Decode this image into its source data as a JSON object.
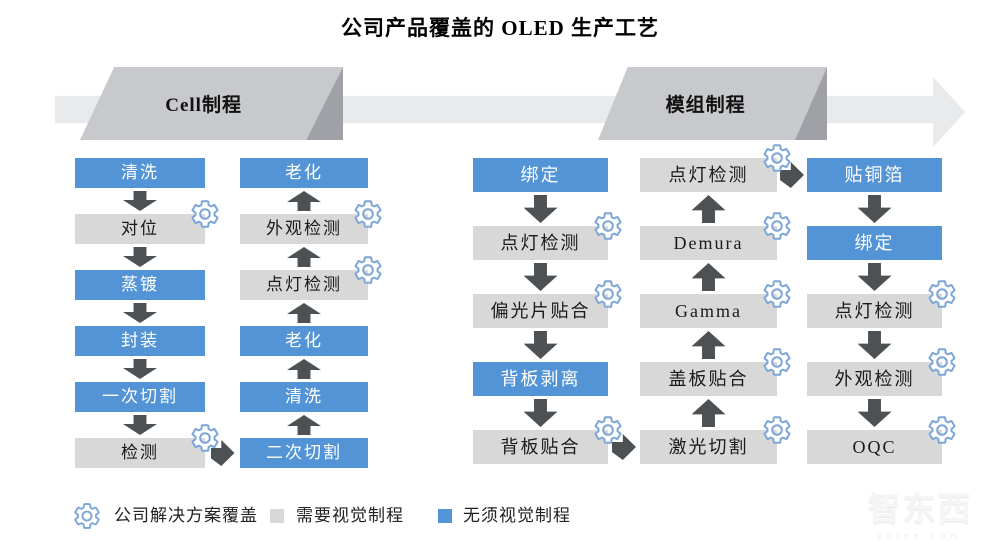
{
  "title": "公司产品覆盖的 OLED 生产工艺",
  "stages": [
    {
      "label": "Cell制程"
    },
    {
      "label": "模组制程"
    }
  ],
  "colors": {
    "blue_box": "#5394D6",
    "gray_box": "#D8D8D8",
    "arrow_dark": "#4D5154",
    "band": "#E9EAEC",
    "stage_fill": "#C8C9CC",
    "stage_fold": "#9FA1A6",
    "gear_stroke": "#7CA6D8"
  },
  "flow": {
    "columns": [
      {
        "stage": "cell",
        "direction": "down",
        "boxes": [
          {
            "label": "清洗",
            "type": "blue",
            "gear": false
          },
          {
            "label": "对位",
            "type": "gray",
            "gear": true
          },
          {
            "label": "蒸镀",
            "type": "blue",
            "gear": false
          },
          {
            "label": "封装",
            "type": "blue",
            "gear": false
          },
          {
            "label": "一次切割",
            "type": "blue",
            "gear": false
          },
          {
            "label": "检测",
            "type": "gray",
            "gear": true
          }
        ]
      },
      {
        "stage": "cell",
        "direction": "up",
        "boxes": [
          {
            "label": "老化",
            "type": "blue",
            "gear": false
          },
          {
            "label": "外观检测",
            "type": "gray",
            "gear": true
          },
          {
            "label": "点灯检测",
            "type": "gray",
            "gear": true
          },
          {
            "label": "老化",
            "type": "blue",
            "gear": false
          },
          {
            "label": "清洗",
            "type": "blue",
            "gear": false
          },
          {
            "label": "二次切割",
            "type": "blue",
            "gear": false
          }
        ]
      },
      {
        "stage": "module",
        "direction": "down",
        "boxes": [
          {
            "label": "绑定",
            "type": "blue",
            "gear": false
          },
          {
            "label": "点灯检测",
            "type": "gray",
            "gear": true
          },
          {
            "label": "偏光片贴合",
            "type": "gray",
            "gear": true
          },
          {
            "label": "背板剥离",
            "type": "blue",
            "gear": false
          },
          {
            "label": "背板贴合",
            "type": "gray",
            "gear": true
          }
        ]
      },
      {
        "stage": "module",
        "direction": "up",
        "boxes": [
          {
            "label": "点灯检测",
            "type": "gray",
            "gear": true
          },
          {
            "label": "Demura",
            "type": "gray",
            "gear": true
          },
          {
            "label": "Gamma",
            "type": "gray",
            "gear": true
          },
          {
            "label": "盖板贴合",
            "type": "gray",
            "gear": true
          },
          {
            "label": "激光切割",
            "type": "gray",
            "gear": true
          }
        ]
      },
      {
        "stage": "module",
        "direction": "down",
        "boxes": [
          {
            "label": "贴铜箔",
            "type": "blue",
            "gear": false
          },
          {
            "label": "绑定",
            "type": "blue",
            "gear": false
          },
          {
            "label": "点灯检测",
            "type": "gray",
            "gear": true
          },
          {
            "label": "外观检测",
            "type": "gray",
            "gear": true
          },
          {
            "label": "OQC",
            "type": "gray",
            "gear": true
          }
        ]
      }
    ],
    "cross_arrows": [
      {
        "from_col": 0,
        "from_row": 5,
        "from": "检测",
        "to": "二次切割"
      },
      {
        "from_col": 2,
        "from_row": 4,
        "from": "背板贴合",
        "to": "激光切割"
      },
      {
        "from_col": 3,
        "from_row": 0,
        "from": "点灯检测",
        "to": "贴铜箔"
      }
    ]
  },
  "legend": {
    "items": [
      {
        "icon": "gear-icon",
        "label": "公司解决方案覆盖"
      },
      {
        "icon": "gray-square",
        "label": "需要视觉制程"
      },
      {
        "icon": "blue-square",
        "label": "无须视觉制程"
      }
    ]
  },
  "watermark": {
    "logo": "智东西",
    "domain": "zhidx.com"
  }
}
